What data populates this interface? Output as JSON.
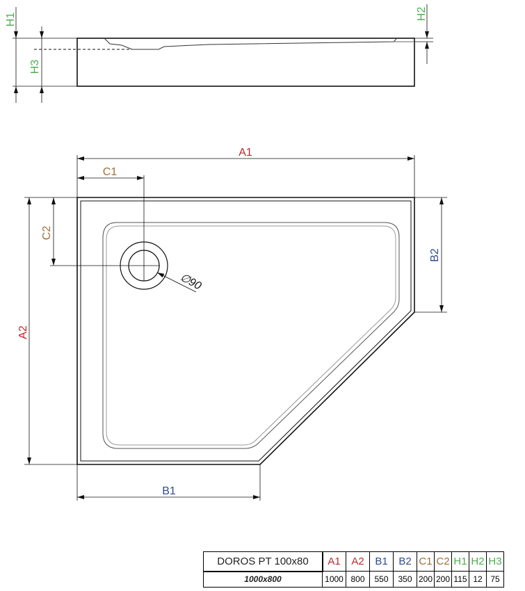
{
  "product": {
    "model": "DOROS PT 100x80",
    "size": "1000x800"
  },
  "colors": {
    "A": "#c0272d",
    "B": "#2e4a8e",
    "C": "#a0703a",
    "H": "#4caf50",
    "line": "#111111"
  },
  "side_view": {
    "labels": {
      "h1": "H1",
      "h2": "H2",
      "h3": "H3"
    }
  },
  "top_view": {
    "labels": {
      "a1": "A1",
      "a2": "A2",
      "b1": "B1",
      "b2": "B2",
      "c1": "C1",
      "c2": "C2",
      "drain": "∅90"
    }
  },
  "table": {
    "headers": [
      {
        "key": "A1",
        "group": "A"
      },
      {
        "key": "A2",
        "group": "A"
      },
      {
        "key": "B1",
        "group": "B"
      },
      {
        "key": "B2",
        "group": "B"
      },
      {
        "key": "C1",
        "group": "C"
      },
      {
        "key": "C2",
        "group": "C"
      },
      {
        "key": "H1",
        "group": "H"
      },
      {
        "key": "H2",
        "group": "H"
      },
      {
        "key": "H3",
        "group": "H"
      }
    ],
    "values": [
      "1000",
      "800",
      "550",
      "350",
      "200",
      "200",
      "115",
      "12",
      "75"
    ]
  }
}
